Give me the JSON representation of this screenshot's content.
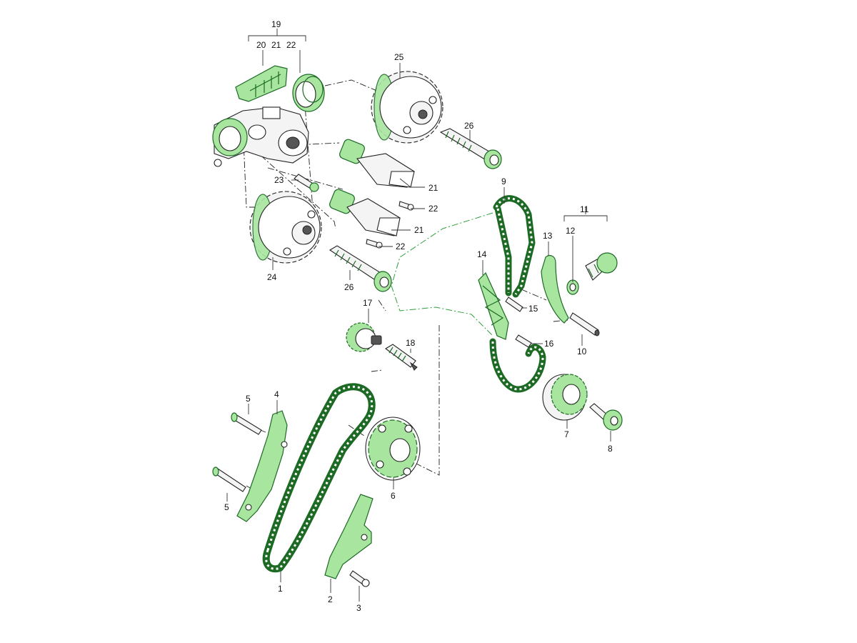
{
  "diagram": {
    "callouts": [
      {
        "key": "c19",
        "text": "19"
      },
      {
        "key": "c20",
        "text": "20"
      },
      {
        "key": "c21a",
        "text": "21"
      },
      {
        "key": "c22a",
        "text": "22"
      },
      {
        "key": "c25",
        "text": "25"
      },
      {
        "key": "c26a",
        "text": "26"
      },
      {
        "key": "c21b",
        "text": "21"
      },
      {
        "key": "c22b",
        "text": "22"
      },
      {
        "key": "c23",
        "text": "23"
      },
      {
        "key": "c21c",
        "text": "21"
      },
      {
        "key": "c22c",
        "text": "22"
      },
      {
        "key": "c24",
        "text": "24"
      },
      {
        "key": "c26b",
        "text": "26"
      },
      {
        "key": "c9",
        "text": "9"
      },
      {
        "key": "c11",
        "text": "11"
      },
      {
        "key": "c12",
        "text": "12"
      },
      {
        "key": "c13",
        "text": "13"
      },
      {
        "key": "c14",
        "text": "14"
      },
      {
        "key": "c15",
        "text": "15"
      },
      {
        "key": "c16",
        "text": "16"
      },
      {
        "key": "c10",
        "text": "10"
      },
      {
        "key": "c17",
        "text": "17"
      },
      {
        "key": "c18",
        "text": "18"
      },
      {
        "key": "c7",
        "text": "7"
      },
      {
        "key": "c8",
        "text": "8"
      },
      {
        "key": "c5a",
        "text": "5"
      },
      {
        "key": "c4",
        "text": "4"
      },
      {
        "key": "c5b",
        "text": "5"
      },
      {
        "key": "c6",
        "text": "6"
      },
      {
        "key": "c1",
        "text": "1"
      },
      {
        "key": "c2",
        "text": "2"
      },
      {
        "key": "c3",
        "text": "3"
      }
    ],
    "highlight_color": "#a8e6a0",
    "outline_color": "#1c6a24",
    "line_color": "#222222"
  }
}
